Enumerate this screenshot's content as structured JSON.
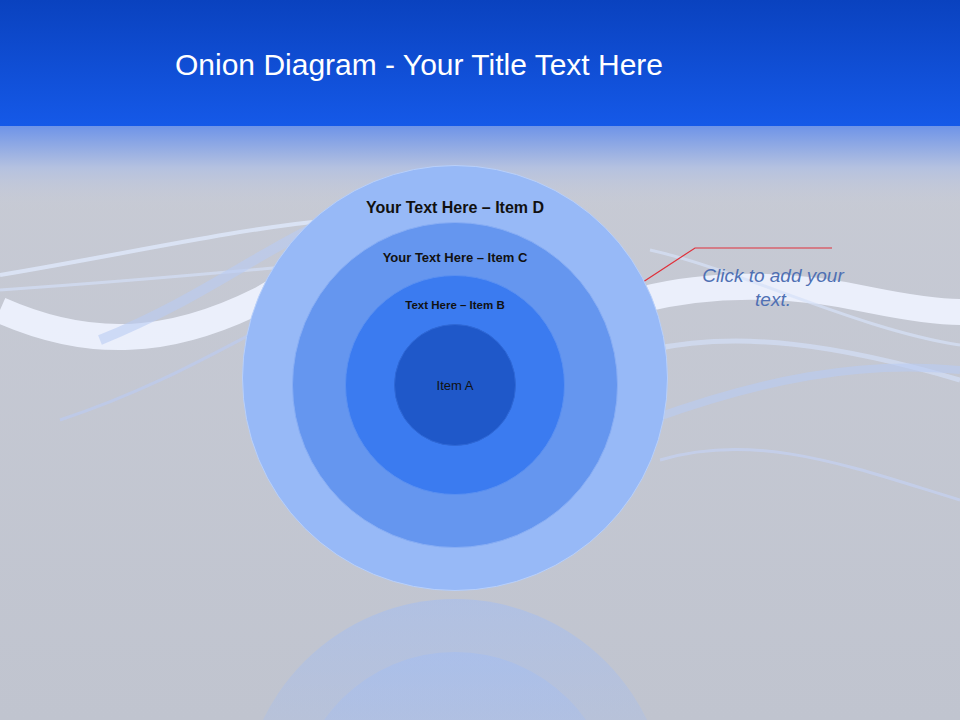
{
  "diagram": {
    "title": "Onion Diagram - Your Title Text Here",
    "nodes": [
      {
        "text": [
          "Your Text Here – Item D"
        ]
      },
      {
        "text": [
          "Your Text Here – Item C"
        ],
        "in": 0
      },
      {
        "text": [
          "Text Here – Item B"
        ],
        "in": 1
      },
      {
        "text": [
          "Item A"
        ],
        "in": 2
      }
    ],
    "labels": [
      "Click to add your text."
    ]
  }
}
